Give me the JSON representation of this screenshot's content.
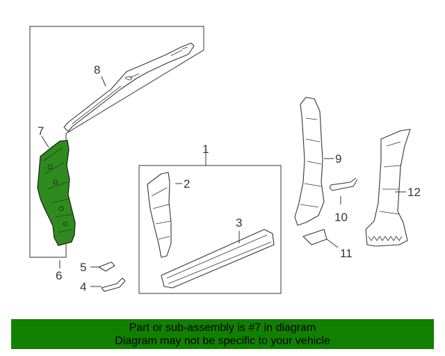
{
  "diagram": {
    "callouts": {
      "c1": "1",
      "c2": "2",
      "c3": "3",
      "c4": "4",
      "c5": "5",
      "c6": "6",
      "c7": "7",
      "c8": "8",
      "c9": "9",
      "c10": "10",
      "c11": "11",
      "c12": "12"
    },
    "highlight_color": "#2e8b1e",
    "banner_color": "#118000"
  },
  "banner": {
    "line1": "Part or sub-assembly is #7 in diagram",
    "line2": "Diagram may not be specific to your vehicle"
  }
}
